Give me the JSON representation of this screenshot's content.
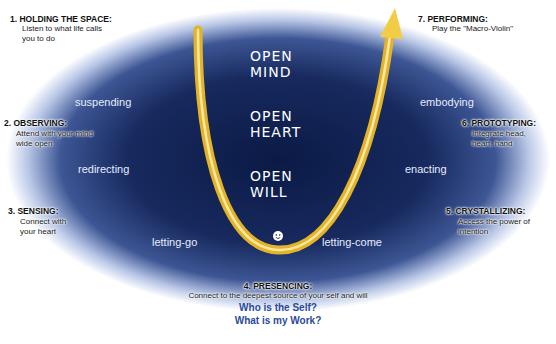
{
  "diagram": {
    "labels": [
      "1. HOLDING THE SPACE:",
      "Listen to what life calls you to do",
      "2. OBSERVING:",
      "Attend with your mind wide open",
      "3. SENSING:",
      "Connect with your heart",
      "4. PRESENCING:",
      "Connect to the deepest source of your self and will",
      "5. CRYSTALLIZING:",
      "Access the power of intention",
      "6. PROTOTYPING:",
      "Integrate head, heart, hand",
      "7. PERFORMING:",
      "Play the \"Macro-Violin\"",
      "suspending",
      "redirecting",
      "letting-go",
      "letting-come",
      "enacting",
      "embodying",
      "OPEN MIND",
      "OPEN HEART",
      "OPEN WILL",
      "Who is the Self?",
      "What is my Work?"
    ]
  }
}
